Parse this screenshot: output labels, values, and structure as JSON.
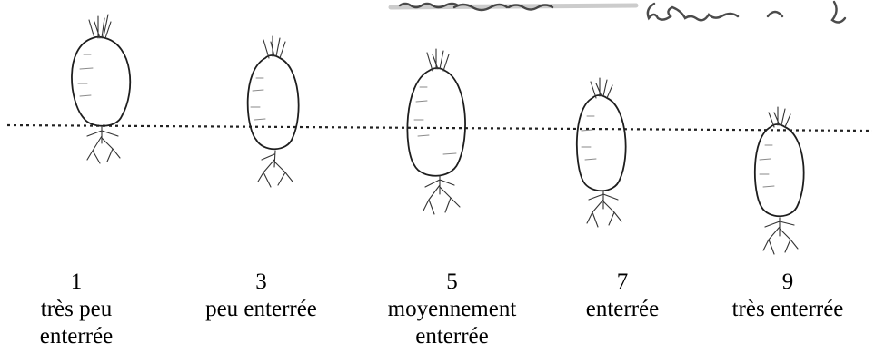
{
  "ratings": [
    {
      "score": "1",
      "description": "très peu\nenterrée"
    },
    {
      "score": "3",
      "description": "peu enterrée"
    },
    {
      "score": "5",
      "description": "moyennement\nenterrée"
    },
    {
      "score": "7",
      "description": "enterrée"
    },
    {
      "score": "9",
      "description": "très enterrée"
    }
  ]
}
